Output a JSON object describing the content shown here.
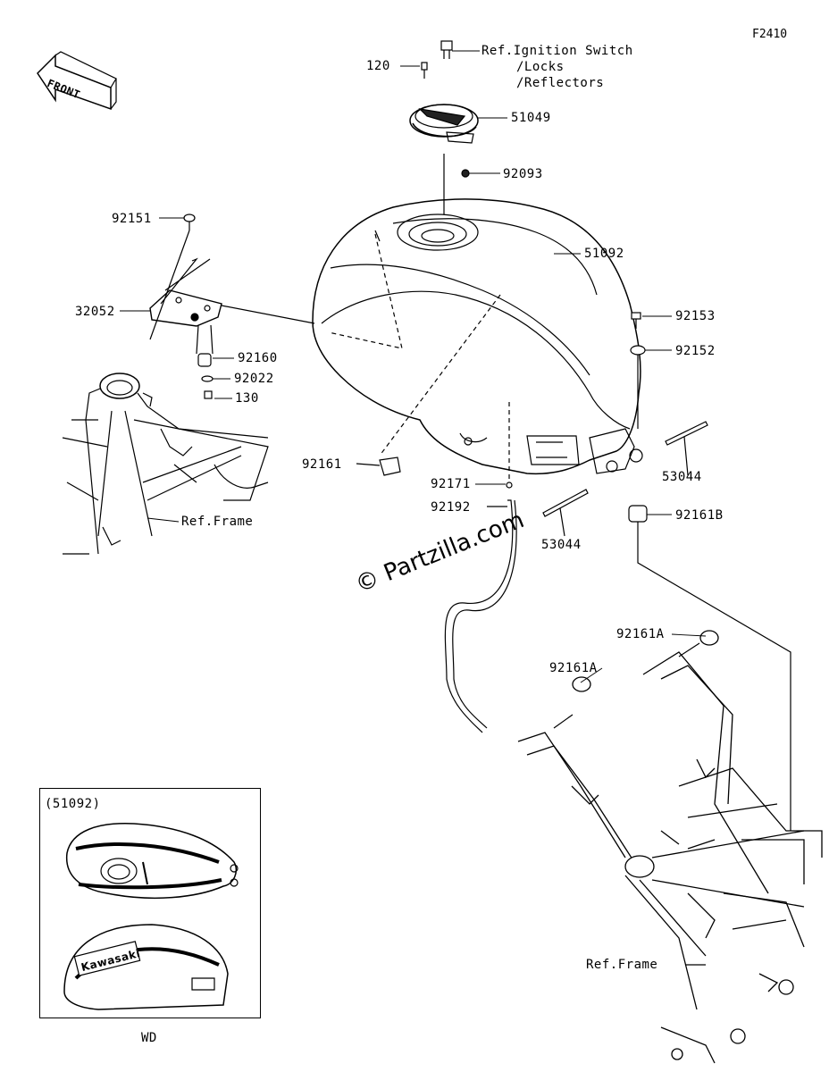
{
  "figure_code": "F2410",
  "front_label": "FRONT",
  "watermark": "© Partzilla.com",
  "inset": {
    "ref_label": "(51092)",
    "variant_label": "WD",
    "badge_text": "Kawasaki"
  },
  "callouts": {
    "ref_ignition": "Ref.Ignition Switch",
    "locks": "/Locks",
    "reflectors": "/Reflectors",
    "p120": "120",
    "p51049": "51049",
    "p92093": "92093",
    "p92151": "92151",
    "p51092": "51092",
    "p32052": "32052",
    "p92153": "92153",
    "p92152": "92152",
    "p92160": "92160",
    "p92022": "92022",
    "p130": "130",
    "p92161": "92161",
    "p92171": "92171",
    "p53044_right": "53044",
    "p92192": "92192",
    "p92161B": "92161B",
    "p53044_lower": "53044",
    "ref_frame_left": "Ref.Frame",
    "p92161A_upper": "92161A",
    "p92161A_lower": "92161A",
    "ref_frame_right": "Ref.Frame"
  }
}
